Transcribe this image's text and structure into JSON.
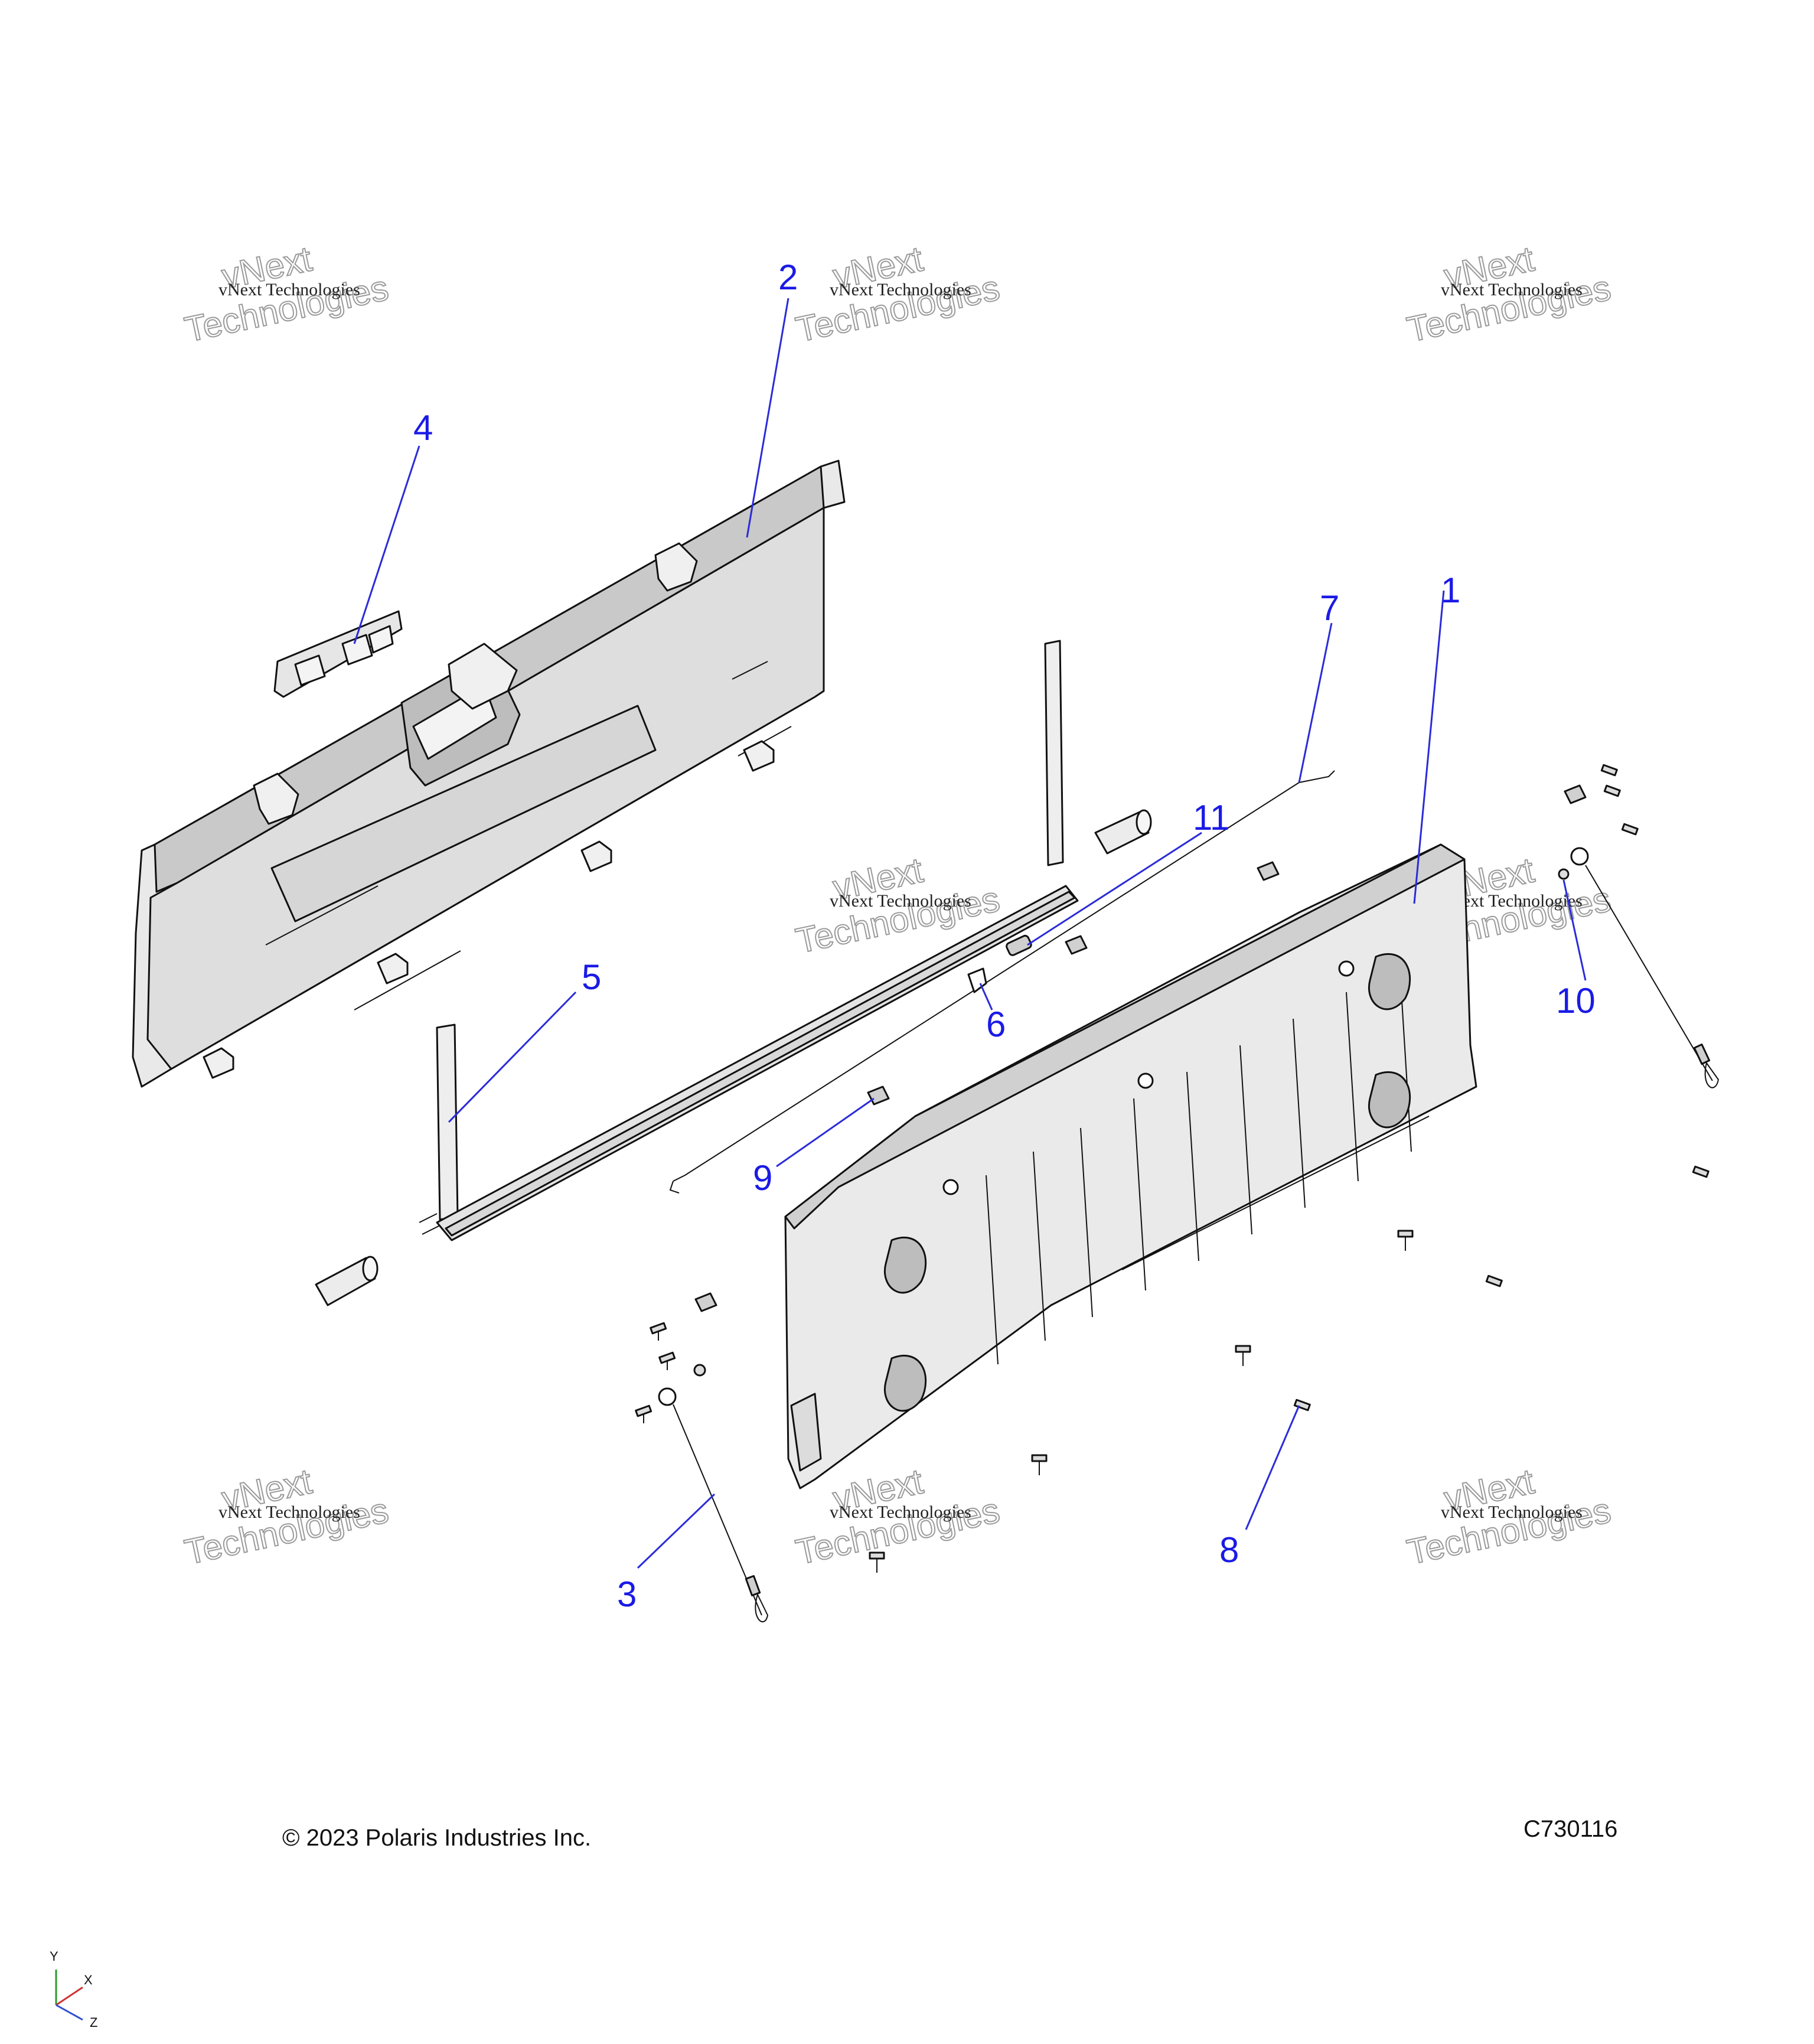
{
  "diagram": {
    "watermark_small": "vNext Technologies",
    "watermark_big_line1": "vNext",
    "watermark_big_line2": "Technologies",
    "callouts": {
      "c1": "1",
      "c2": "2",
      "c3": "3",
      "c4": "4",
      "c5": "5",
      "c6": "6",
      "c7": "7",
      "c8": "8",
      "c9": "9",
      "c10": "10",
      "c11": "11"
    },
    "copyright": "© 2023 Polaris Industries Inc.",
    "figure_code": "C730116",
    "axis_labels": {
      "y": "Y",
      "x": "X",
      "z": "Z"
    },
    "colors": {
      "callout": "#1a1ae6",
      "leader": "#2b2bd9",
      "part_fill": "#e9e9e9",
      "part_shade": "#c9c9c9"
    }
  }
}
